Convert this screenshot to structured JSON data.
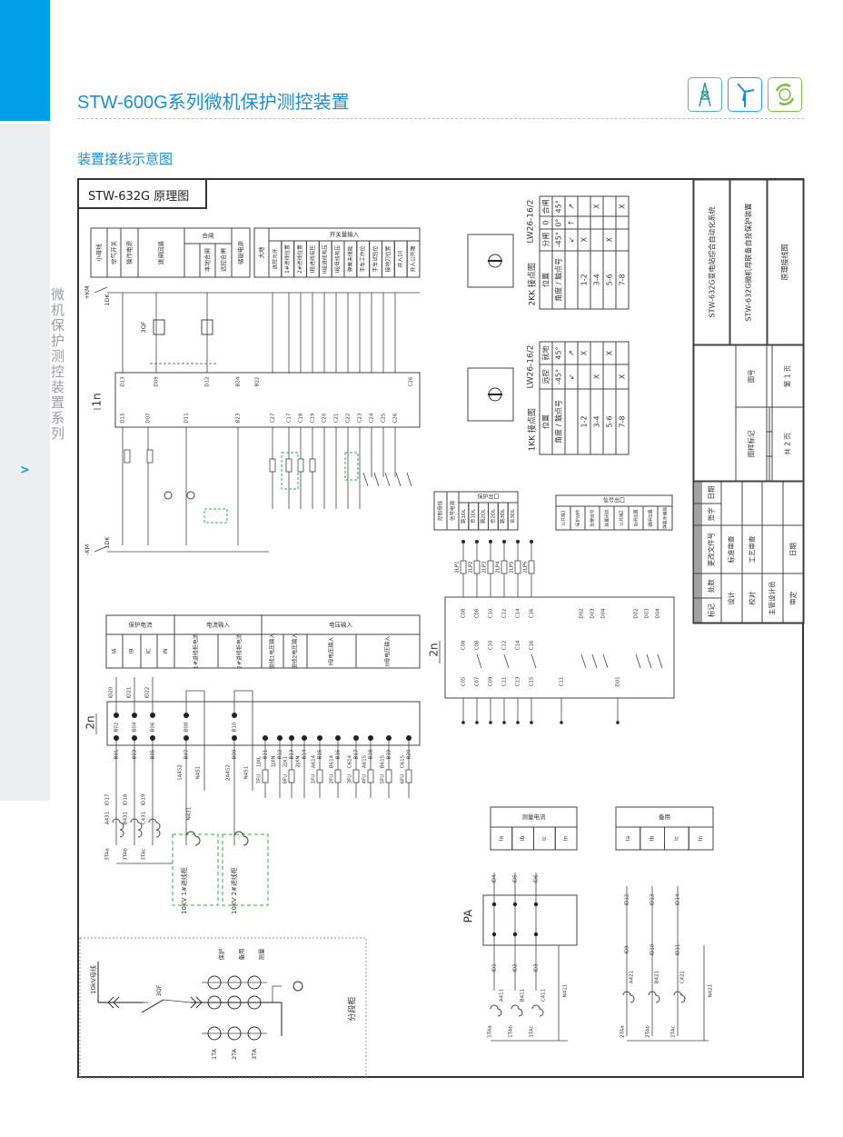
{
  "header": {
    "title": "STW-600G系列微机保护测控装置",
    "subtitle": "装置接线示意图",
    "sidebar_text": "微机保护测控装置系列",
    "sidebar_arrow": ">",
    "icons": [
      "power-tower-icon",
      "wind-turbine-icon",
      "recycle-globe-icon"
    ],
    "accent": "#00a0e9"
  },
  "drawing": {
    "title": "STW-632G 原理图",
    "top_strip": {
      "cells": [
        "小母线",
        "空气开关",
        "操作电源",
        "跳闸回路",
        "储能电源",
        "大地"
      ],
      "close_group": "合闸",
      "close_items": [
        "本地合闸",
        "远控合闸"
      ],
      "input_group": "开关量输入",
      "inputs": [
        "远控允许",
        "1#进线位置",
        "2#进线位置",
        "I段进线有压",
        "II段进线有压",
        "I段母线有压",
        "弹簧未储能",
        "手车工作位",
        "手车试验位",
        "接地刀位置",
        "开入10",
        "开入公共端"
      ]
    },
    "analog_table": {
      "groups": [
        {
          "title": "保护电流",
          "items": [
            "IA",
            "IB",
            "IC",
            "IN"
          ]
        },
        {
          "title": "电流输入",
          "items": [
            "1#进线柜电流",
            "2#进线柜电流"
          ]
        },
        {
          "title": "电压输入",
          "items": [
            "进线1电压输入",
            "进线2电压输入",
            "I母电压输入",
            "II母电压输入"
          ]
        }
      ]
    },
    "output_table": {
      "cells": [
        "控制母线",
        "信号电源"
      ],
      "group": "保护出口",
      "items": [
        "跳1DL",
        "合1DL",
        "跳2DL",
        "合2DL",
        "跳3DL",
        "合3DL"
      ]
    },
    "signal_table": {
      "group": "信号出口",
      "items": [
        "公共端1",
        "保护动作",
        "告警信号",
        "装置闭锁",
        "公共端2",
        "合闸位置",
        "跳闸位置",
        "弹簧未储能"
      ]
    },
    "kk2": {
      "title": "2KK 接点图",
      "model": "LW26-16/2",
      "rows": [
        [
          "位置",
          "分闸",
          "0",
          "合闸"
        ],
        [
          "角度 / 触点号",
          "-45°",
          "0°",
          "45°"
        ],
        [
          "",
          "↙",
          "↑",
          "↗"
        ],
        [
          "1-2",
          "X",
          "",
          ""
        ],
        [
          "3-4",
          "",
          "",
          "X"
        ],
        [
          "5-6",
          "X",
          "",
          ""
        ],
        [
          "7-8",
          "",
          "",
          "X"
        ]
      ]
    },
    "kk1": {
      "title": "1KK 接点图",
      "model": "LW26-16/2",
      "rows": [
        [
          "位置",
          "远控",
          "就地"
        ],
        [
          "角度 / 触点号",
          "-45°",
          "45°"
        ],
        [
          "",
          "↙",
          "↗"
        ],
        [
          "1-2",
          "",
          "X"
        ],
        [
          "3-4",
          "X",
          ""
        ],
        [
          "5-6",
          "",
          "X"
        ],
        [
          "7-8",
          "X",
          ""
        ]
      ]
    },
    "title_block": {
      "rev_head": [
        "标记",
        "处数",
        "更改文件号",
        "签字",
        "日期"
      ],
      "rows": [
        [
          "设计",
          "",
          "标准审查",
          ""
        ],
        [
          "校对",
          "",
          "工艺审查",
          ""
        ],
        [
          "主管设计员",
          "",
          "",
          ""
        ],
        [
          "审定",
          "",
          "日期",
          ""
        ]
      ],
      "mark_head": [
        "图样标记",
        "图号"
      ],
      "pages": [
        "共 2 页",
        "第 1 页"
      ],
      "system": "STW-632G变电站综合自动化系统",
      "device": "STW-632G微机母联备自投保护装置",
      "drawing": "原理接线图"
    },
    "labels": {
      "n1": "1n",
      "n2a": "2n",
      "n2b": "2n",
      "pa": "PA",
      "km_pos": "+KM",
      "km_neg": "-KM",
      "dk1": "1DK",
      "dk2": "1DK",
      "qf": "3QF",
      "cab1": "10KV 1#进线柜",
      "cab2": "10KV 2#进线柜",
      "bus": "10kV母线",
      "sect": "分段柜",
      "ta": [
        "1TA",
        "2TA",
        "3TA"
      ],
      "ta_use": [
        "保护",
        "备用",
        "测量"
      ],
      "qf3": "3QF"
    },
    "t1n_top": [
      "D13",
      "D09",
      "D12",
      "B24",
      "B22",
      "C26"
    ],
    "t1n_bot": [
      "D15",
      "D07",
      "D11",
      "B23",
      "C27",
      "C17",
      "C18",
      "C19",
      "C20",
      "C21",
      "C22",
      "C23",
      "C24",
      "C25",
      "C26"
    ],
    "t2n_top": [
      "B02",
      "B04",
      "B06",
      "B08",
      "B10"
    ],
    "t2n_bot": [
      "B01",
      "B03",
      "B05",
      "B07",
      "B09",
      "B11",
      "B12",
      "B13",
      "B14",
      "B15",
      "B16",
      "B17",
      "B18",
      "B19",
      "B20"
    ],
    "wires2n": [
      "1JXL",
      "1JXN",
      "2JX1",
      "2JXN",
      "A614",
      "B614",
      "C614",
      "A615",
      "B615",
      "C615"
    ],
    "fuses2n": [
      "7FU",
      "8FU",
      "1FU",
      "2FU",
      "3FU",
      "4FU",
      "5FU",
      "6FU"
    ],
    "id_top": [
      "ID20",
      "ID21",
      "ID22"
    ],
    "id_ct": [
      "ID17",
      "ID18",
      "ID19"
    ],
    "ct_w": [
      "A431",
      "B431",
      "C431",
      "N431"
    ],
    "ct_ta": [
      "3TAa",
      "3TAb",
      "3TAc"
    ],
    "cab_w": [
      "1A452",
      "N451",
      "2A452",
      "N451"
    ],
    "lp2": [
      "2LP1",
      "2LP2",
      "2LP3",
      "2LP4",
      "2LP5",
      "2LP6"
    ],
    "t2r_top": [
      "C08",
      "C08",
      "C10",
      "C12",
      "C14",
      "C16",
      "D02",
      "D03",
      "D04",
      "D02",
      "D03",
      "D04"
    ],
    "t2r_bot": [
      "C05",
      "C07",
      "C09",
      "C11",
      "C13",
      "C15",
      "C11",
      "D01"
    ],
    "measure": {
      "title": "测量电流",
      "cols": [
        "Ia",
        "Ib",
        "Ic",
        "In"
      ]
    },
    "spare": {
      "title": "备用",
      "cols": [
        "Ia",
        "Ib",
        "Ic",
        "In"
      ]
    },
    "pa_ids": [
      "ID4",
      "ID5",
      "ID6",
      "ID1",
      "ID2",
      "ID3"
    ],
    "pa_w": [
      "A411",
      "B411",
      "C411",
      "N411"
    ],
    "pa_ta": [
      "1TAa",
      "1TAb",
      "1TAc"
    ],
    "sp_ids": [
      "ID12",
      "ID13",
      "ID14",
      "ID9",
      "ID10",
      "ID11"
    ],
    "sp_w": [
      "A421",
      "B421",
      "C421",
      "N421"
    ],
    "sp_ta": [
      "2TAa",
      "2TAb",
      "2TAc"
    ]
  }
}
